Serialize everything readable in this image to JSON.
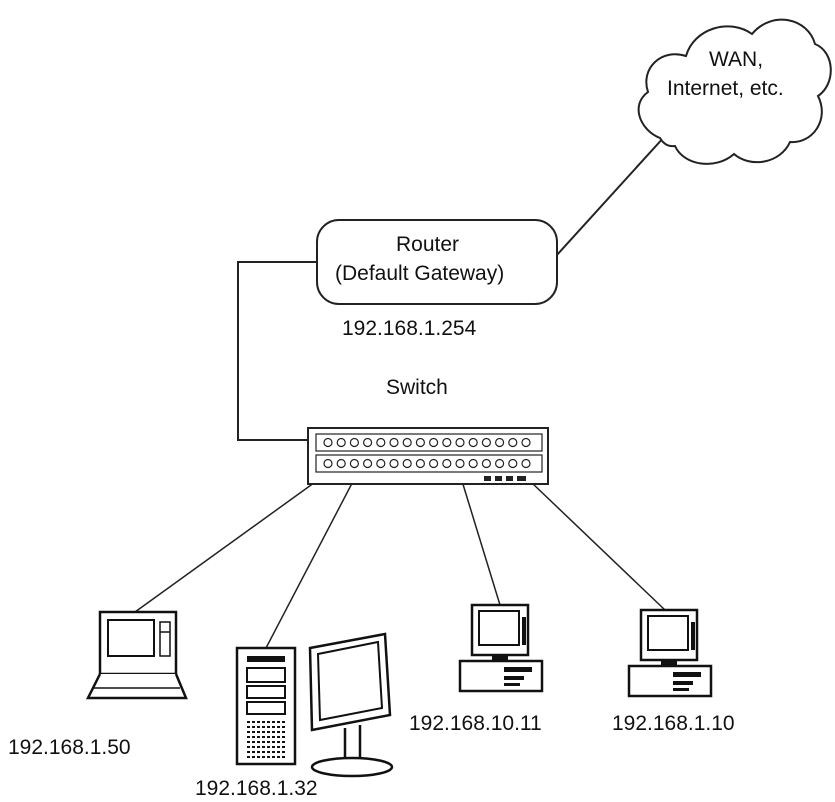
{
  "cloud": {
    "line1": "WAN,",
    "line2": "Internet, etc."
  },
  "router": {
    "line1": "Router",
    "line2": "(Default Gateway)",
    "ip": "192.168.1.254"
  },
  "switch": {
    "label": "Switch"
  },
  "devices": {
    "laptop": {
      "ip": "192.168.1.50"
    },
    "tower": {
      "ip": "192.168.1.32"
    },
    "desktop_a": {
      "ip": "192.168.10.11"
    },
    "desktop_b": {
      "ip": "192.168.1.10"
    }
  }
}
